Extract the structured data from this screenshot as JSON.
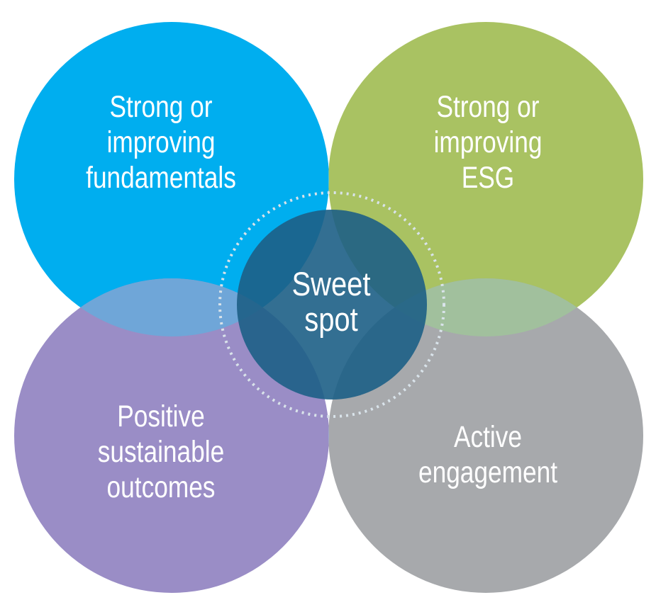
{
  "diagram": {
    "circles": [
      {
        "id": "fundamentals",
        "label_lines": [
          "Strong or",
          "improving",
          "fundamentals"
        ],
        "color": "#00aeef"
      },
      {
        "id": "esg",
        "label_lines": [
          "Strong or",
          "improving",
          "ESG"
        ],
        "color": "#a9c262"
      },
      {
        "id": "outcomes",
        "label_lines": [
          "Positive",
          "sustainable",
          "outcomes"
        ],
        "color": "#9a8dc6"
      },
      {
        "id": "engagement",
        "label_lines": [
          "Active",
          "engagement"
        ],
        "color": "#a7a9ac"
      }
    ],
    "center": {
      "label_lines": [
        "Sweet",
        "spot"
      ],
      "color": "#1d5f86",
      "ring_color": "#d9e3ea"
    },
    "overlap_colors": {
      "fundamentals_esg": "#5fc4cd",
      "fundamentals_outcomes": "#6fa6d8",
      "esg_engagement": "#a1c09d",
      "outcomes_engagement": "#9fa8cf"
    }
  }
}
